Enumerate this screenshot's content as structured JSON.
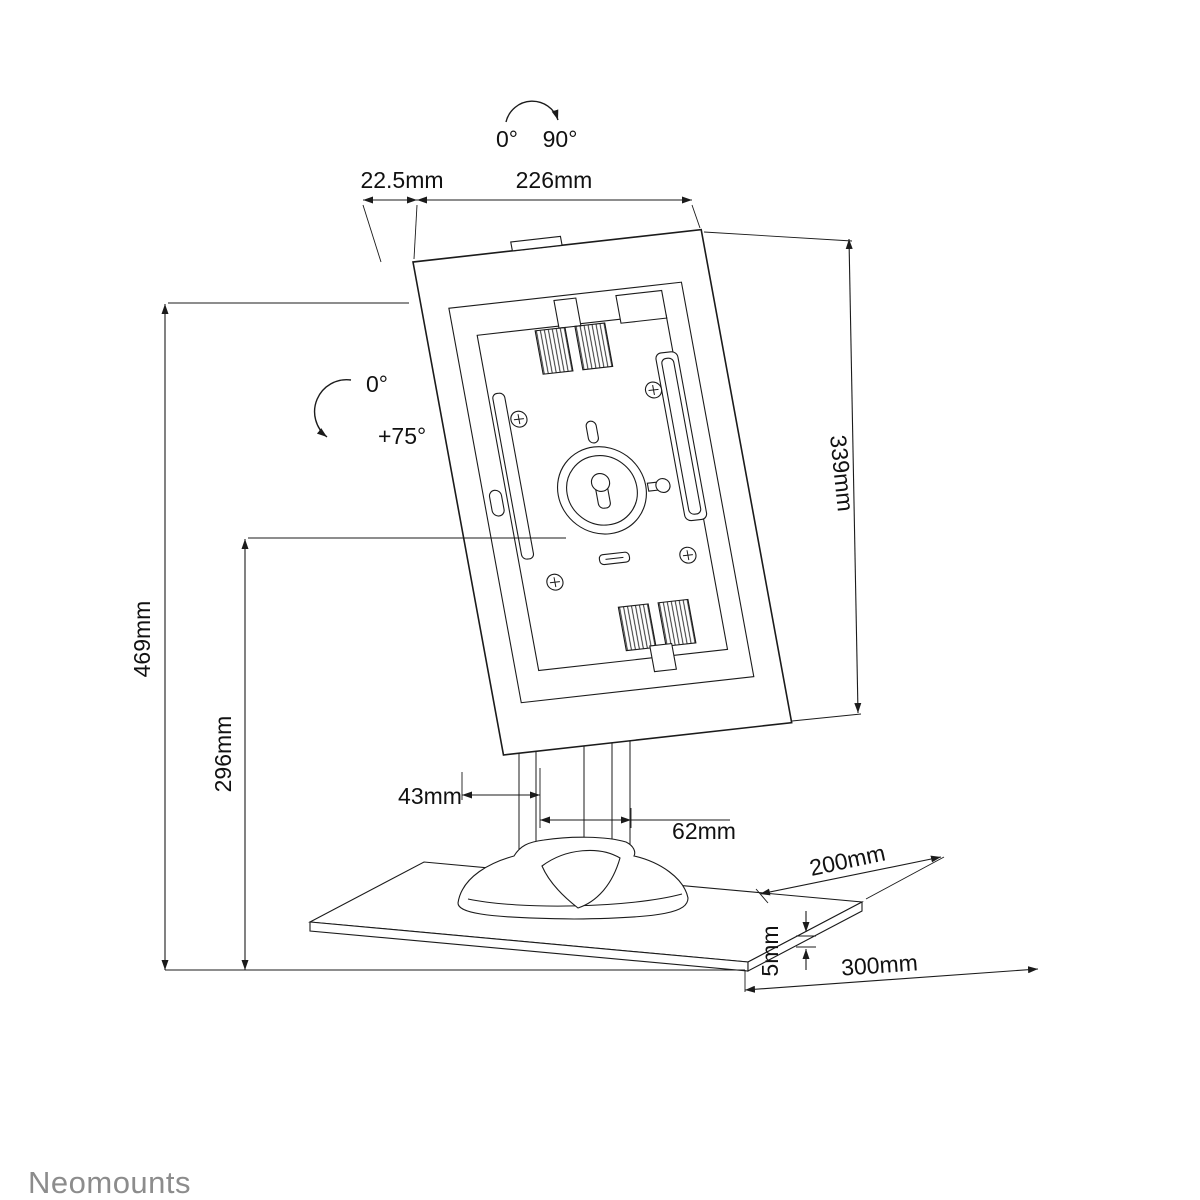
{
  "page": {
    "background": "#ffffff"
  },
  "brand": {
    "name": "Neomounts",
    "color": "#8c8c8c"
  },
  "drawing": {
    "type": "technical-dimension-diagram",
    "subject": "tablet desk stand with lockable enclosure",
    "line_color": "#1b1b1b",
    "angles": {
      "swivel_min": "0°",
      "swivel_max": "90°",
      "tilt_min": "0°",
      "tilt_max": "+75°"
    },
    "dimensions": {
      "enclosure_depth": "22.5mm",
      "enclosure_width": "226mm",
      "enclosure_height": "339mm",
      "total_height": "469mm",
      "center_height": "296mm",
      "column_width": "43mm",
      "column_depth": "62mm",
      "base_depth": "200mm",
      "base_width": "300mm",
      "base_thickness": "5mm"
    }
  }
}
